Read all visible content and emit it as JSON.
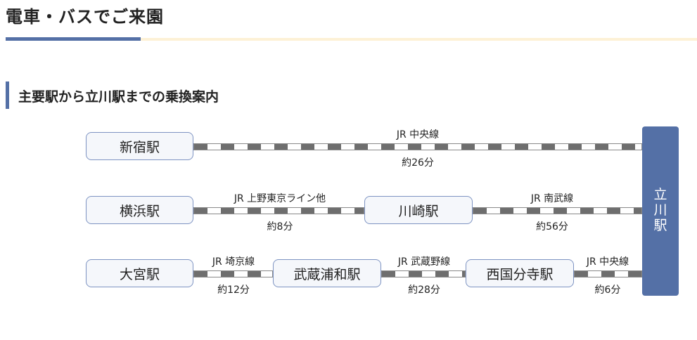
{
  "header": {
    "title": "電車・バスでご来園",
    "colors": {
      "accent": "#5470a6",
      "cream": "#fdf1d6"
    }
  },
  "section": {
    "title": "主要駅から立川駅までの乗換案内"
  },
  "destination": {
    "chars": [
      "立",
      "川",
      "駅"
    ]
  },
  "stations": {
    "shinjuku": "新宿駅",
    "yokohama": "横浜駅",
    "kawasaki": "川崎駅",
    "omiya": "大宮駅",
    "musashiurawa": "武蔵浦和駅",
    "nishikokubunji": "西国分寺駅"
  },
  "segments": {
    "s1": {
      "line": "JR 中央線",
      "time": "約26分"
    },
    "s2": {
      "line": "JR 上野東京ライン他",
      "time": "約8分"
    },
    "s3": {
      "line": "JR 南武線",
      "time": "約56分"
    },
    "s4": {
      "line": "JR 埼京線",
      "time": "約12分"
    },
    "s5": {
      "line": "JR 武蔵野線",
      "time": "約28分"
    },
    "s6": {
      "line": "JR 中央線",
      "time": "約6分"
    }
  }
}
